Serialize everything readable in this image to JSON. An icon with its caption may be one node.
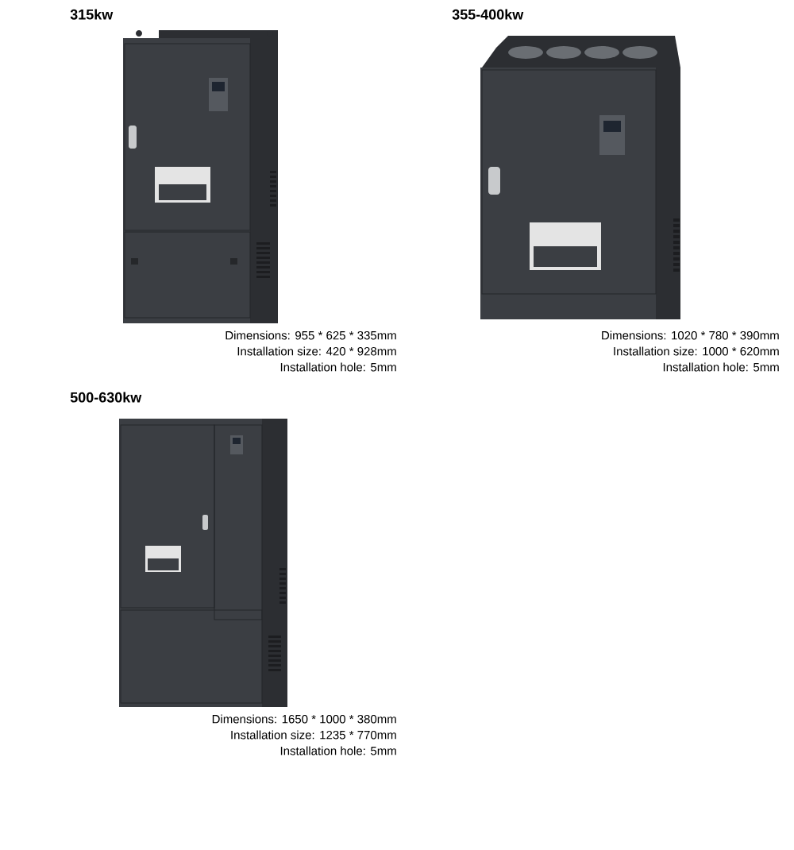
{
  "diagram": {
    "labels": [
      "315kw",
      "355-400kw",
      "Dimensions: 955 * 625 * 335mm",
      "Installation size: 420 * 928mm",
      "Installation hole: 5mm",
      "Dimensions: 1020 * 780 * 390mm",
      "Installation size: 1000 * 620mm",
      "Installation hole: 5mm",
      "500-630kw",
      "Dimensions: 1650 * 1000 * 380mm",
      "Installation size: 1235 * 770mm",
      "Installation hole: 5mm"
    ]
  }
}
